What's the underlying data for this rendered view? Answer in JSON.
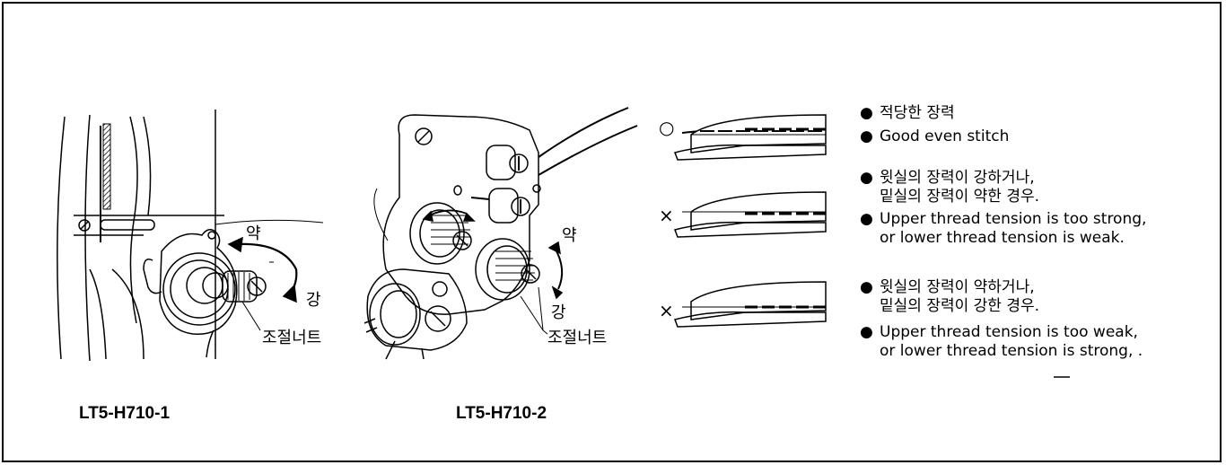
{
  "figure1": {
    "model": "LT5-H710-1",
    "weak_label": "약",
    "strong_label": "강",
    "nut_label": "조절너트"
  },
  "figure2": {
    "model": "LT5-H710-2",
    "weak_label": "약",
    "strong_label": "강",
    "nut_label": "조절너트"
  },
  "conditions": [
    {
      "mark": "○",
      "notes": [
        {
          "bullet": "●",
          "text": "적당한 장력"
        },
        {
          "bullet": "●",
          "text": "Good even stitch"
        }
      ]
    },
    {
      "mark": "×",
      "notes": [
        {
          "bullet": "●",
          "text": "윗실의 장력이 강하거나,",
          "cont": "밑실의 장력이 약한 경우."
        },
        {
          "bullet": "●",
          "text": "Upper thread tension is too strong,",
          "cont": "or lower thread tension is weak."
        }
      ]
    },
    {
      "mark": "×",
      "notes": [
        {
          "bullet": "●",
          "text": "윗실의 장력이 약하거나,",
          "cont": "밑실의 장력이 강한 경우."
        },
        {
          "bullet": "●",
          "text": "Upper thread tension is too weak,",
          "cont": "or lower thread tension is strong, ."
        }
      ]
    }
  ]
}
